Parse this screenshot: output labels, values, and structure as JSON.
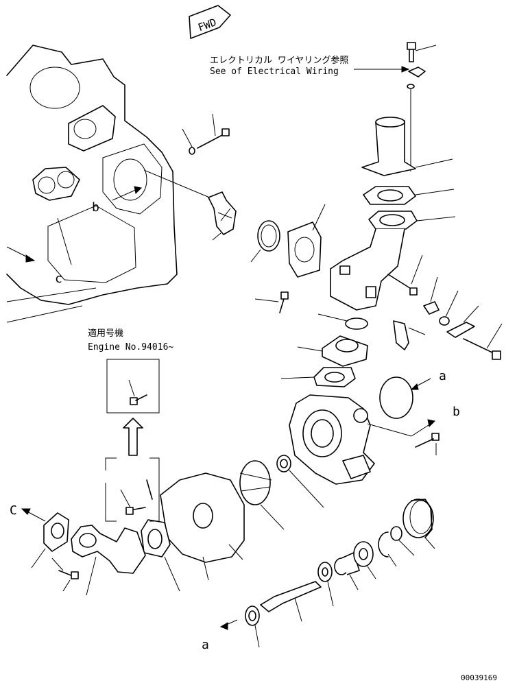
{
  "fwd_label": "FWD",
  "note_jp": "エレクトリカル ワイヤリング参照",
  "note_en": "See of Electrical Wiring",
  "applicable_jp": "適用号機",
  "applicable_en": "Engine No.94016~",
  "ref_a_1": "a",
  "ref_a_2": "a",
  "ref_b_1": "b",
  "ref_b_2": "b",
  "ref_c_1": "c",
  "ref_c_2": "C",
  "drawing_number": "00039169"
}
